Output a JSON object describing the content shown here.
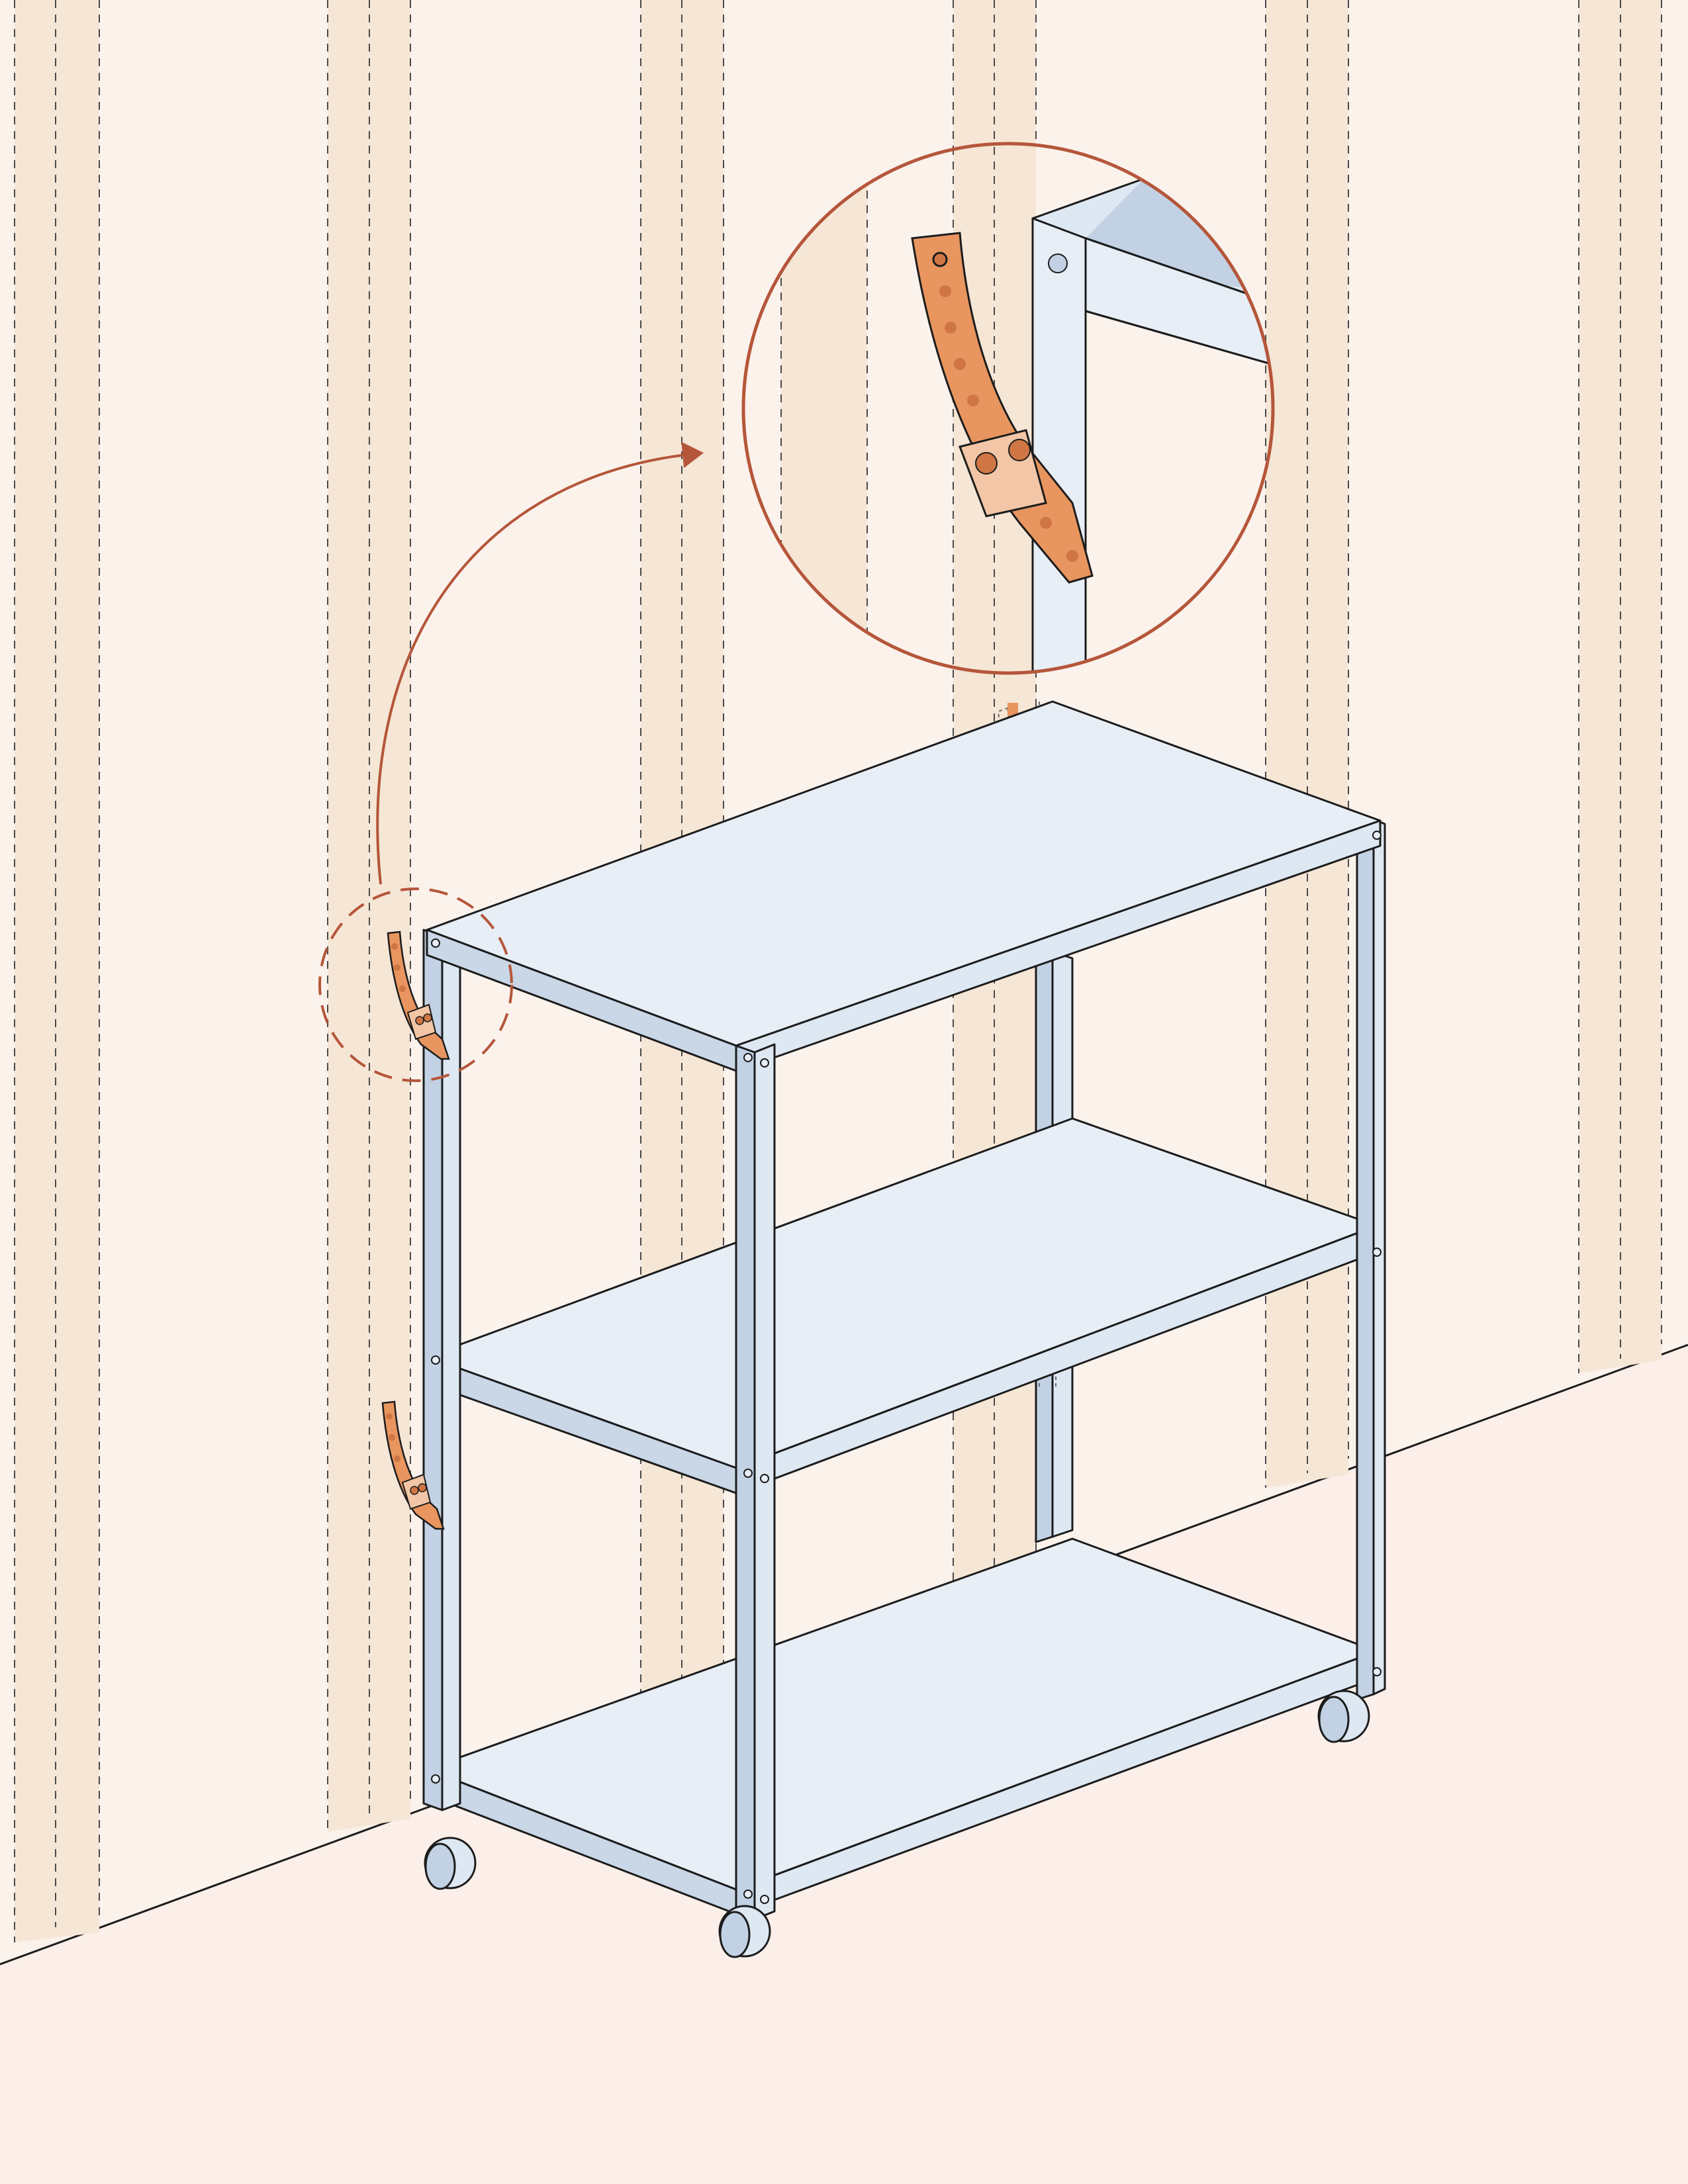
{
  "diagram": {
    "kind": "isometric assembly illustration",
    "text_labels": [],
    "colors": {
      "wall": "#fbf2ec",
      "floor": "#fcefe9",
      "stud_fill": "#f6e6d6",
      "stud_dash": "#4a4a4a",
      "frame_light": "#dde8f3",
      "frame_mid": "#c2d2e4",
      "shelf_top": "#e7eef6",
      "shelf_edge": "#c9d7e7",
      "strap": "#e8955f",
      "strap_hole": "#cf7644",
      "strap_clip": "#f2c6a6",
      "callout": "#b5563a",
      "outline": "#1c1c1c"
    },
    "parts": {
      "studs": 6,
      "shelves": 3,
      "posts": 4,
      "casters": 4,
      "anti_tip_straps_visible": 2,
      "anti_tip_straps_hidden": 2
    },
    "icons": [
      "anti-tip-strap-icon",
      "magnifier-callout-icon",
      "caster-wheel-icon"
    ]
  }
}
